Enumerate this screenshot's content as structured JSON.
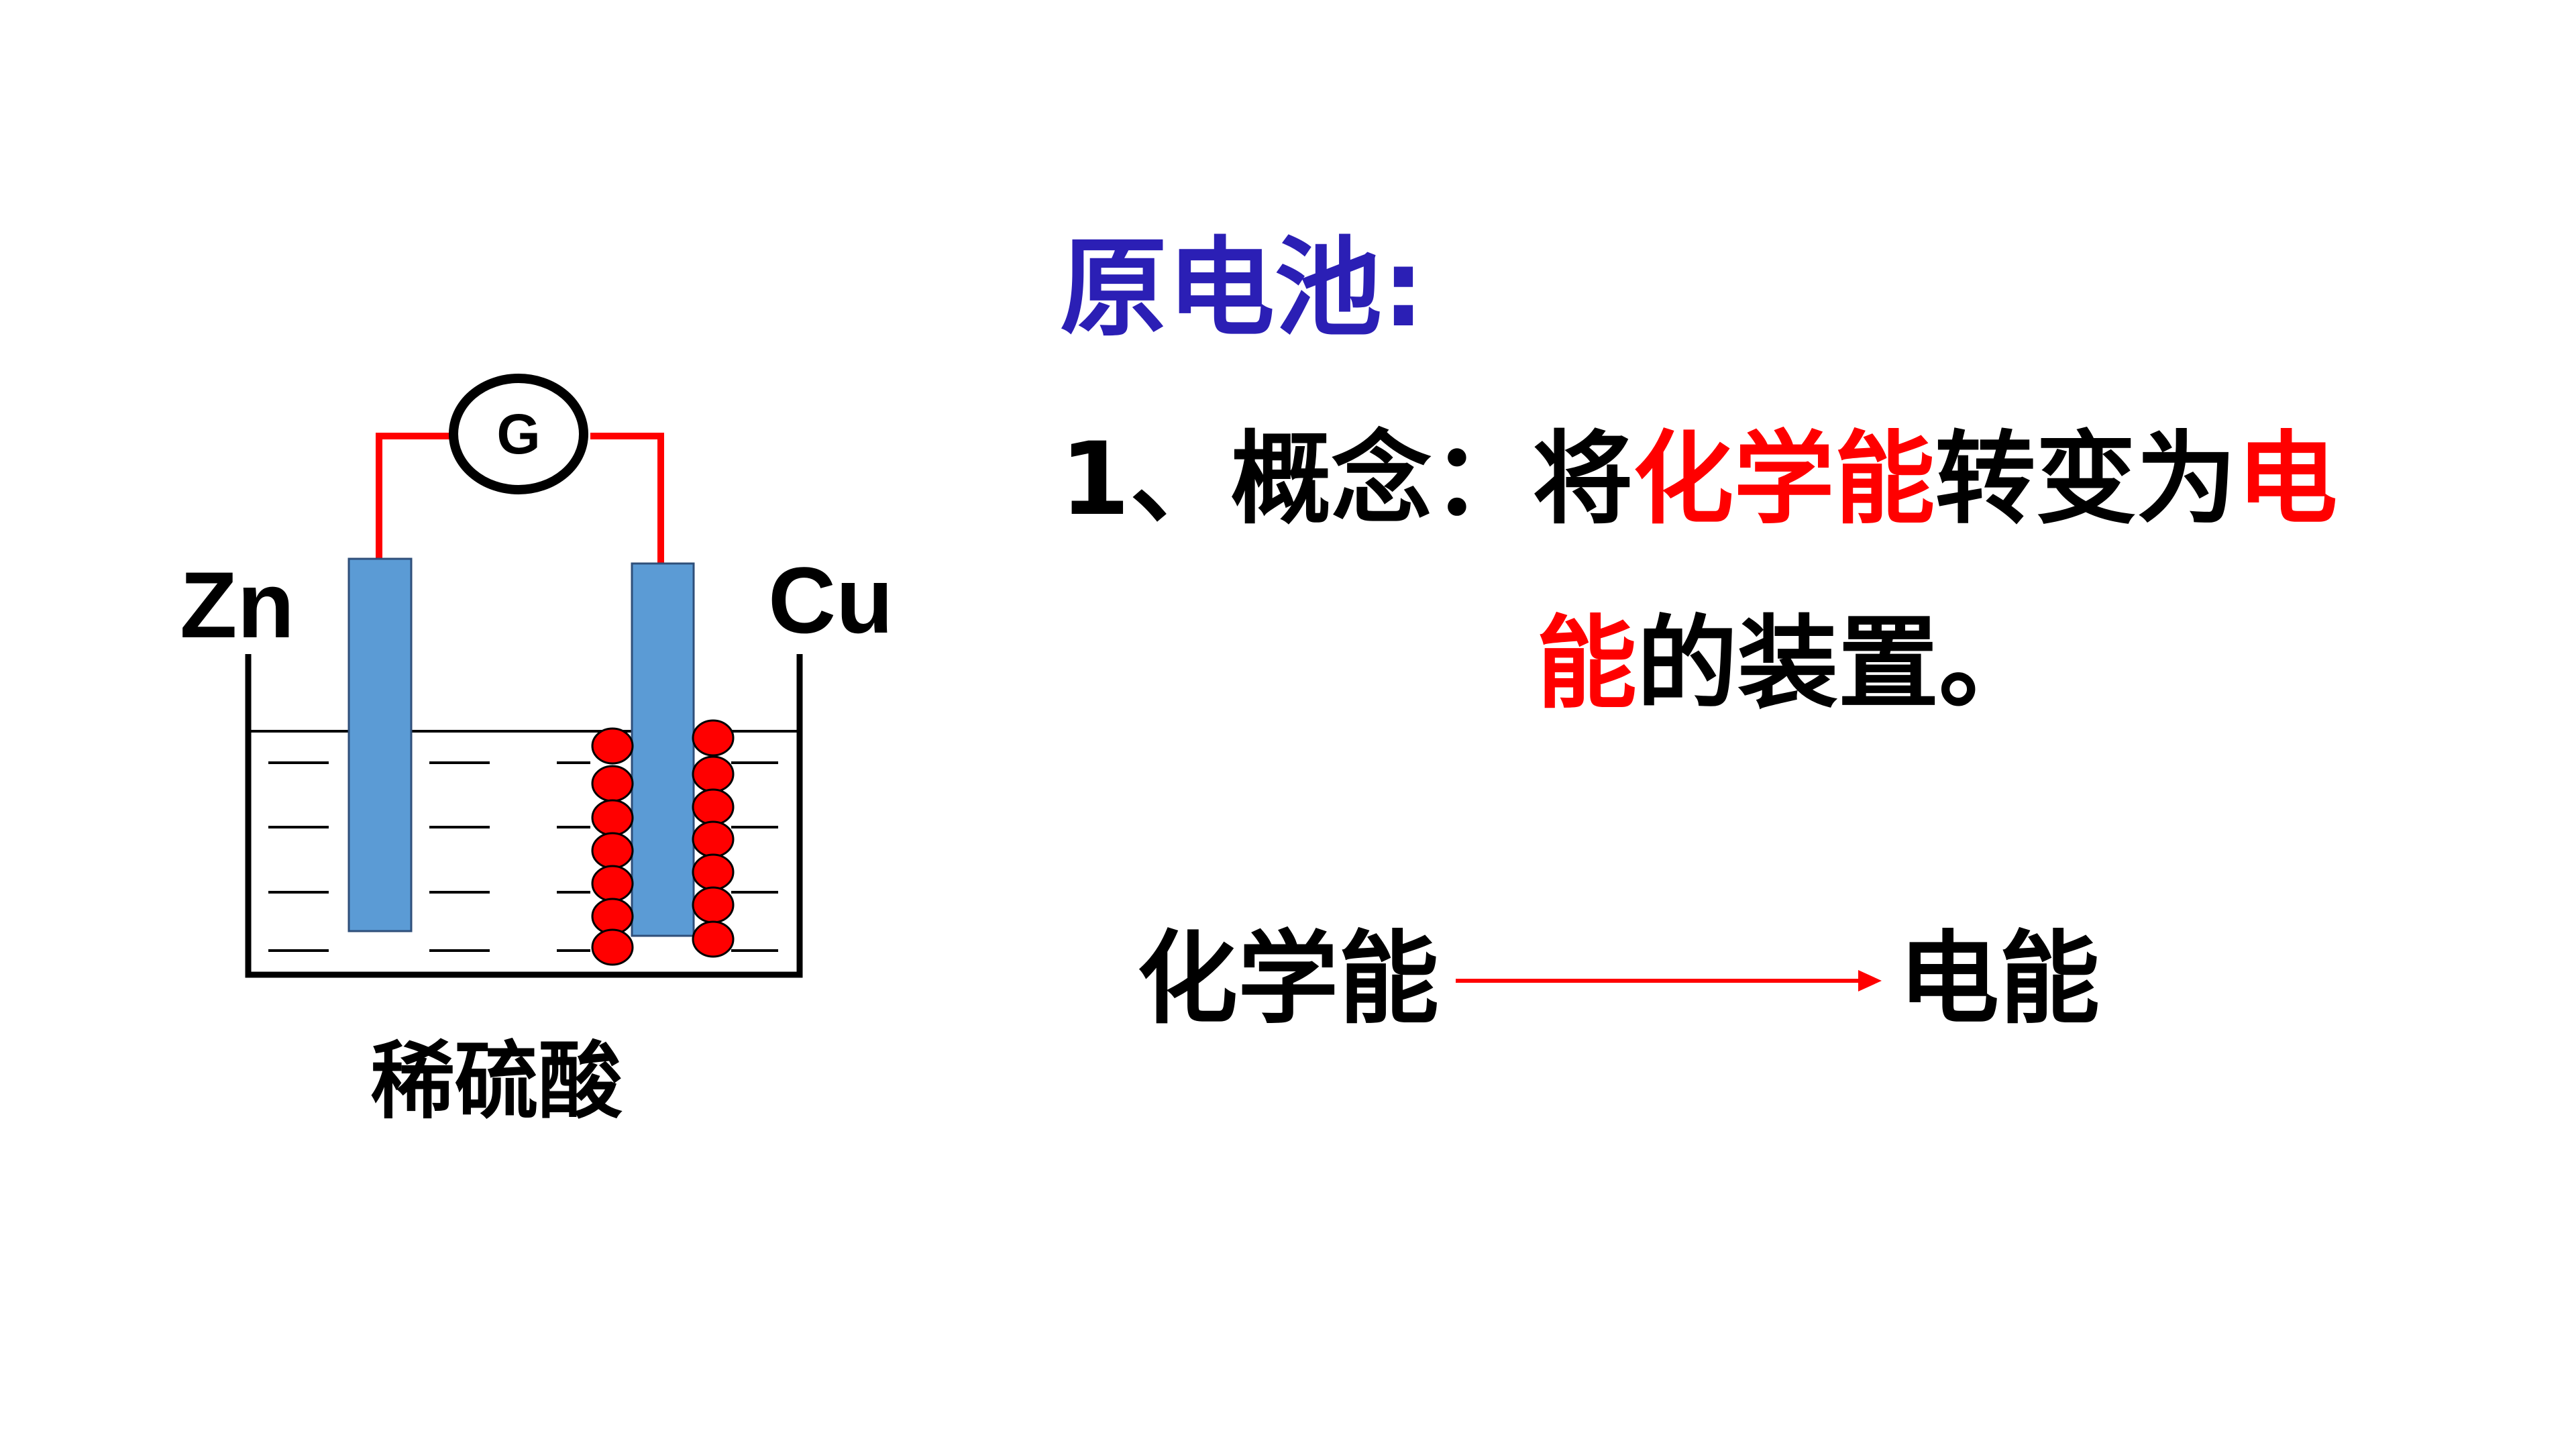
{
  "diagram": {
    "galvanometer_label": "G",
    "left_electrode_label": "Zn",
    "right_electrode_label": "Cu",
    "solution_label": "稀硫酸"
  },
  "text": {
    "heading": "原电池:",
    "concept_prefix": "1、概念：将",
    "concept_chemical_energy": "化学能",
    "concept_middle": "转变为",
    "concept_electric_1": "电",
    "concept_electric_2": "能",
    "concept_suffix": "的装置。"
  },
  "conversion": {
    "from": "化学能",
    "to": "电能"
  },
  "colors": {
    "heading": "#2b1fb5",
    "emphasis": "#ff0000",
    "electrode": "#5b9bd5",
    "bubble": "#ff0000",
    "wire": "#ff0000",
    "text": "#000000"
  }
}
